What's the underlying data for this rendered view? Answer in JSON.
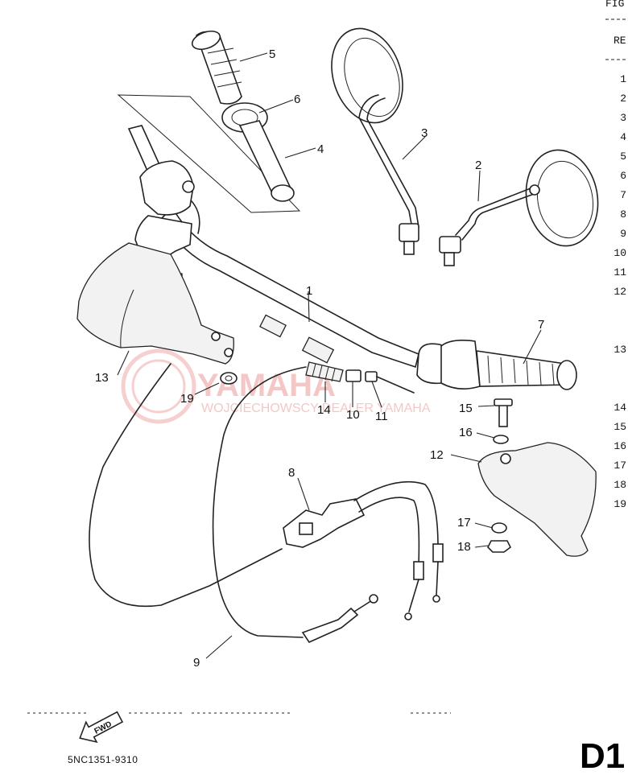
{
  "callouts": [
    {
      "label": "1"
    },
    {
      "label": "2"
    },
    {
      "label": "3"
    },
    {
      "label": "4"
    },
    {
      "label": "5"
    },
    {
      "label": "6"
    },
    {
      "label": "7"
    },
    {
      "label": "8"
    },
    {
      "label": "9"
    },
    {
      "label": "10"
    },
    {
      "label": "11"
    },
    {
      "label": "12"
    },
    {
      "label": "13"
    },
    {
      "label": "14"
    },
    {
      "label": "15"
    },
    {
      "label": "16"
    },
    {
      "label": "17"
    },
    {
      "label": "17"
    },
    {
      "label": "18"
    },
    {
      "label": "19"
    }
  ],
  "table": {
    "header_fig": "FIG",
    "header_ref": "RE",
    "rows": [
      "1",
      "2",
      "3",
      "4",
      "5",
      "6",
      "7",
      "8",
      "9",
      "10",
      "11",
      "12",
      "13",
      "14",
      "15",
      "16",
      "17",
      "18",
      "19"
    ]
  },
  "watermark": {
    "brand": "YAMAHA",
    "dealer": "WOJCIECHOWSCY DEALER YAMAHA"
  },
  "fwd_label": "FWD",
  "diagram_code": "5NC1351-9310",
  "page_id": "D1"
}
